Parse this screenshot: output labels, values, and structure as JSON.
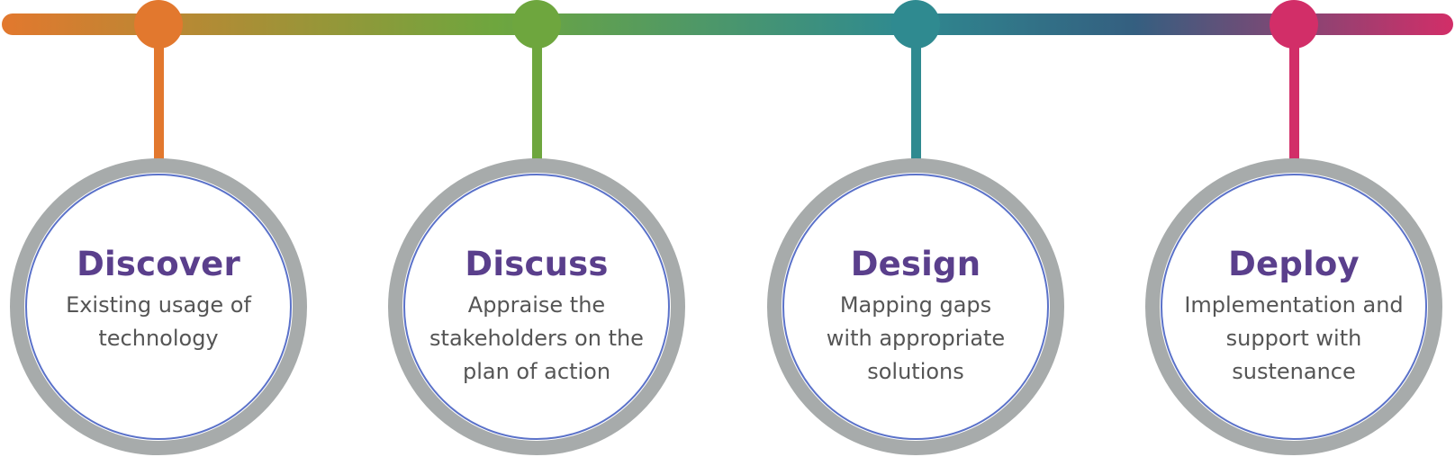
{
  "timeline": {
    "colors": {
      "orange": "#e2782e",
      "green": "#6ea63e",
      "teal": "#2f8a90",
      "pink": "#d22e68",
      "ring": "#a7abab",
      "inner_border": "#5b72c9",
      "title": "#5a3f8c",
      "text": "#555555"
    },
    "steps": [
      {
        "title": "Discover",
        "desc_lines": [
          "Existing usage of",
          "technology"
        ],
        "color_key": "orange"
      },
      {
        "title": "Discuss",
        "desc_lines": [
          "Appraise the",
          "stakeholders on the",
          "plan of action"
        ],
        "color_key": "green"
      },
      {
        "title": "Design",
        "desc_lines": [
          "Mapping gaps",
          "with appropriate",
          "solutions"
        ],
        "color_key": "teal"
      },
      {
        "title": "Deploy",
        "desc_lines": [
          "Implementation and",
          "support with",
          "sustenance"
        ],
        "color_key": "pink"
      }
    ]
  }
}
